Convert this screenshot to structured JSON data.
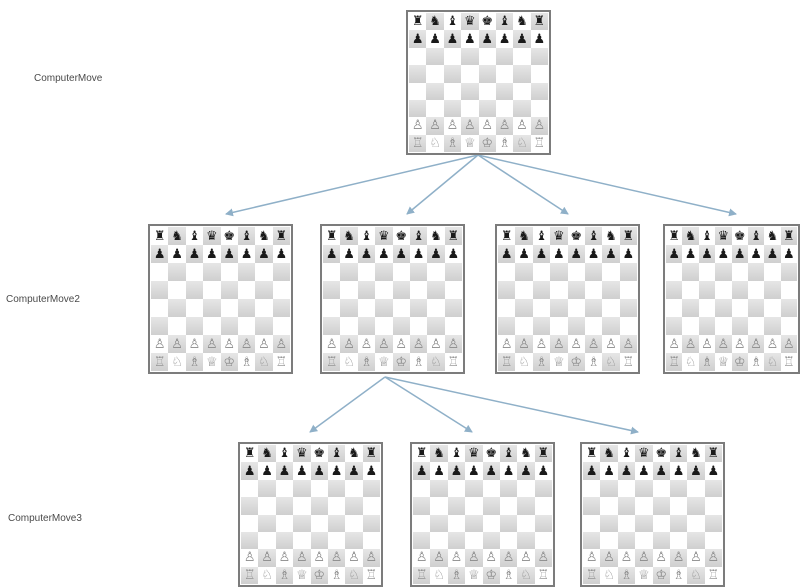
{
  "levels": [
    {
      "label": "ComputerMove"
    },
    {
      "label": "ComputerMove2"
    },
    {
      "label": "ComputerMove3"
    }
  ],
  "board": {
    "black_back_rank": [
      "♜",
      "♞",
      "♝",
      "♛",
      "♚",
      "♝",
      "♞",
      "♜"
    ],
    "black_pawns": [
      "♟",
      "♟",
      "♟",
      "♟",
      "♟",
      "♟",
      "♟",
      "♟"
    ],
    "white_pawns": [
      "♙",
      "♙",
      "♙",
      "♙",
      "♙",
      "♙",
      "♙",
      "♙"
    ],
    "white_back_rank": [
      "♖",
      "♘",
      "♗",
      "♕",
      "♔",
      "♗",
      "♘",
      "♖"
    ]
  },
  "colors": {
    "edge": "#8fb0c8",
    "board_border": "#7c7c7c",
    "label_text": "#4a4a4a"
  }
}
